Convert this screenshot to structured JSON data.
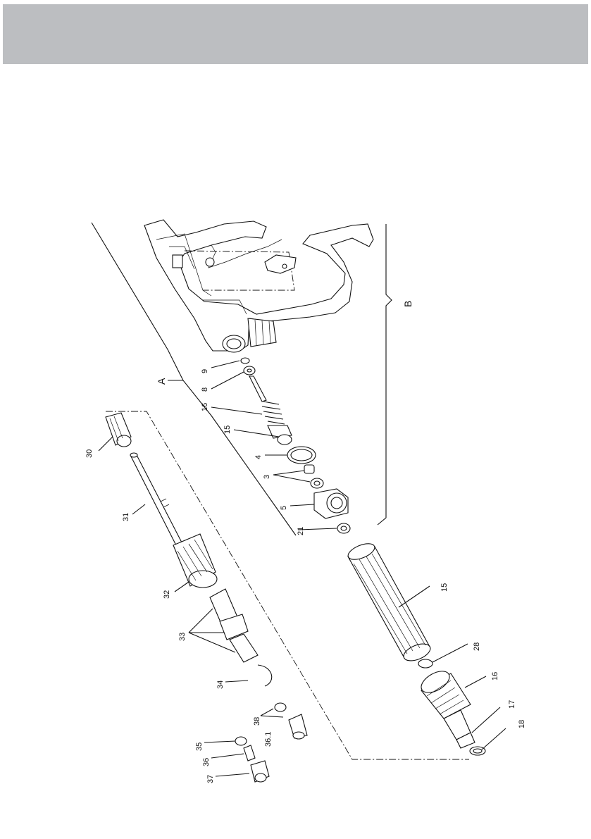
{
  "callouts": {
    "c9": "9",
    "c8": "8",
    "c16a": "16",
    "c15a": "15",
    "c4": "4",
    "c3": "3",
    "c5": "5",
    "c21": "21",
    "c15b": "15",
    "c28": "28",
    "c16b": "16",
    "c17": "17",
    "c18": "18",
    "c30": "30",
    "c31": "31",
    "c32": "32",
    "c33": "33",
    "c34": "34",
    "c38": "38",
    "c36_1": "36.1",
    "c35": "35",
    "c36": "36",
    "c37": "37"
  },
  "groups": {
    "a": "A",
    "b": "B"
  }
}
